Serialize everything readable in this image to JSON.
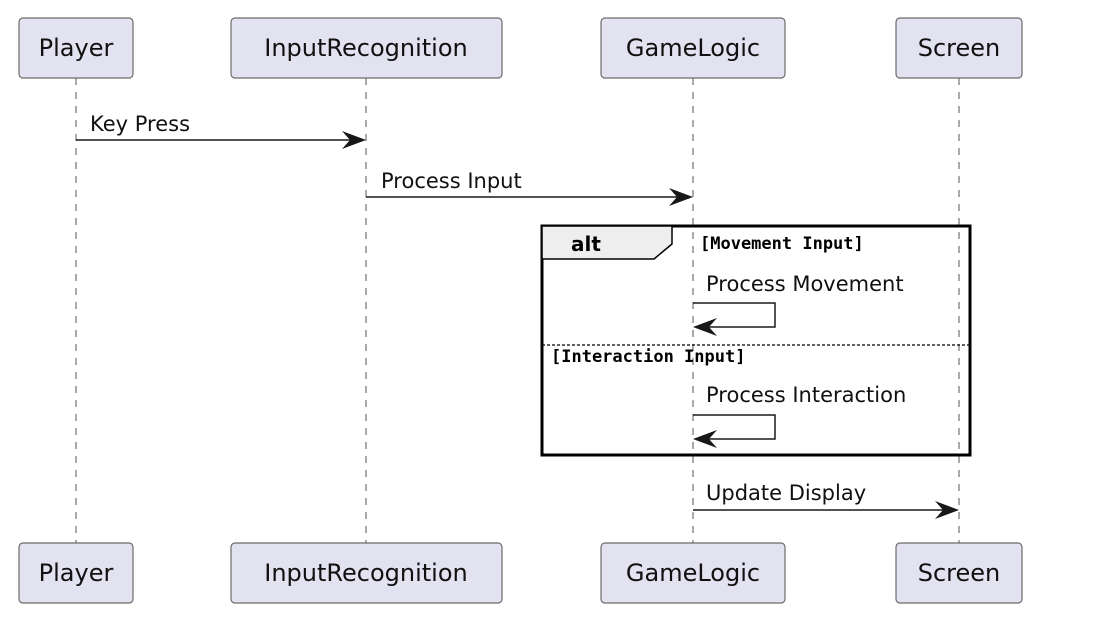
{
  "participants": [
    {
      "name": "Player"
    },
    {
      "name": "InputRecognition"
    },
    {
      "name": "GameLogic"
    },
    {
      "name": "Screen"
    }
  ],
  "messages": [
    {
      "from": "Player",
      "to": "InputRecognition",
      "label": "Key Press"
    },
    {
      "from": "InputRecognition",
      "to": "GameLogic",
      "label": "Process Input"
    },
    {
      "from": "GameLogic",
      "to": "GameLogic",
      "label": "Process Movement"
    },
    {
      "from": "GameLogic",
      "to": "GameLogic",
      "label": "Process Interaction"
    },
    {
      "from": "GameLogic",
      "to": "Screen",
      "label": "Update Display"
    }
  ],
  "fragment": {
    "keyword": "alt",
    "conditions": [
      "[Movement Input]",
      "[Interaction Input]"
    ]
  }
}
